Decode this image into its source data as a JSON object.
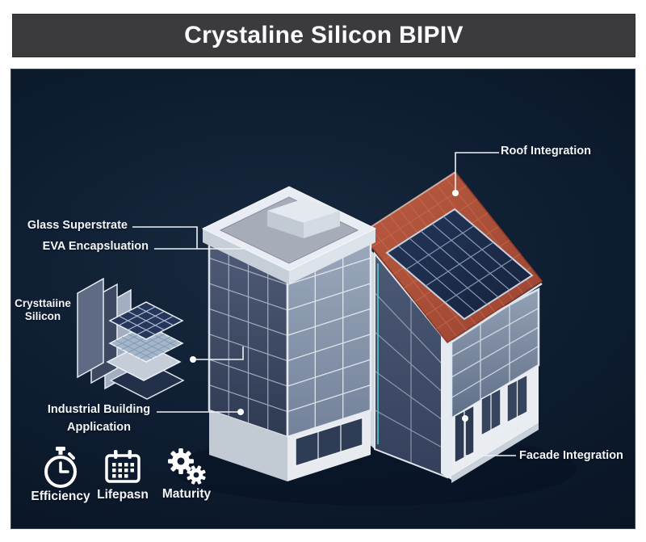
{
  "title": "Crystaline Silicon BIPIV",
  "colors": {
    "title_bar_bg": "#3b3b3d",
    "panel_bg_navy": "#0e1d31",
    "roof_red": "#b0523a",
    "solar_navy": "#1d2b49",
    "label_text": "#f3f6f9"
  },
  "callouts": {
    "roof": {
      "label": "Roof Integration"
    },
    "glass": {
      "label": "Glass Superstrate"
    },
    "eva": {
      "label": "EVA Encapsluation"
    },
    "crystalline": {
      "line1": "Crysttaiine",
      "line2": "Silicon"
    },
    "industrial": {
      "line1": "Industrial Building",
      "line2": "Application"
    },
    "facade": {
      "label": "Facade Integration"
    }
  },
  "features": [
    {
      "icon": "stopwatch-icon",
      "label": "Efficiency"
    },
    {
      "icon": "calendar-icon",
      "label": "Lifepasn"
    },
    {
      "icon": "gears-icon",
      "label": "Maturity"
    }
  ]
}
